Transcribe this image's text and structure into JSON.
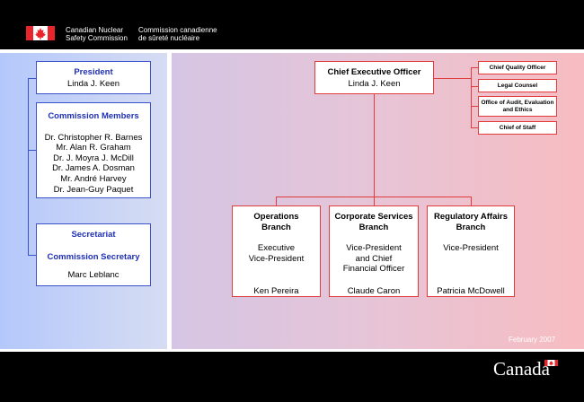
{
  "header": {
    "org_en_1": "Canadian Nuclear",
    "org_en_2": "Safety Commission",
    "org_fr_1": "Commission canadienne",
    "org_fr_2": "de sûreté nucléaire"
  },
  "left": {
    "president_title": "President",
    "president_name": "Linda J. Keen",
    "members_title": "Commission Members",
    "members": [
      "Dr. Christopher R. Barnes",
      "Mr. Alan R. Graham",
      "Dr. J. Moyra J. McDill",
      "Dr. James A. Dosman",
      "Mr. André Harvey",
      "Dr. Jean-Guy Paquet"
    ],
    "secretariat_title": "Secretariat",
    "secretary_title": "Commission Secretary",
    "secretary_name": "Marc Leblanc"
  },
  "right": {
    "ceo_title": "Chief Executive Officer",
    "ceo_name": "Linda J. Keen",
    "staff_units": [
      "Chief Quality Officer",
      "Legal Counsel",
      "Office of Audit, Evaluation and Ethics",
      "Chief of Staff"
    ],
    "branches": [
      {
        "title_1": "Operations",
        "title_2": "Branch",
        "role_1": "Executive",
        "role_2": "Vice-President",
        "role_3": "",
        "name": "Ken Pereira"
      },
      {
        "title_1": "Corporate Services",
        "title_2": "Branch",
        "role_1": "Vice-President",
        "role_2": "and Chief",
        "role_3": "Financial Officer",
        "name": "Claude Caron"
      },
      {
        "title_1": "Regulatory Affairs",
        "title_2": "Branch",
        "role_1": "Vice-President",
        "role_2": "",
        "role_3": "",
        "name": "Patricia McDowell"
      }
    ],
    "date": "February 2007"
  },
  "footer": {
    "wordmark": "Canada"
  },
  "colors": {
    "blue_box": "#3c52c8",
    "red_box": "#e03c3c",
    "title_blue": "#1f2fb5"
  },
  "icons": {
    "header_flag": "canada-flag-icon",
    "wordmark_flag": "canada-flag-icon"
  }
}
